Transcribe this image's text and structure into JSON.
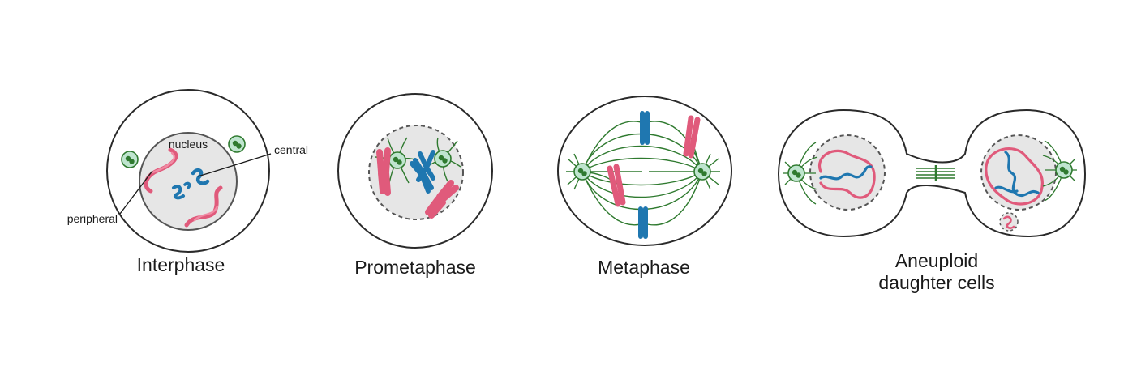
{
  "stages": [
    {
      "name": "Interphase"
    },
    {
      "name": "Prometaphase"
    },
    {
      "name": "Metaphase"
    },
    {
      "name_line1": "Aneuploid",
      "name_line2": "daughter cells"
    }
  ],
  "callouts": {
    "nucleus": "nucleus",
    "central": "central",
    "peripheral": "peripheral"
  },
  "colors": {
    "cell_outline": "#2a2a2a",
    "nucleus_fill": "#e6e6e6",
    "nuclear_envelope": "#555555",
    "chromosome_pink": "#e05a7b",
    "chromosome_blue": "#1f77b0",
    "spindle_green": "#2f7a2f",
    "centrosome_fill": "#bfe5cf"
  }
}
